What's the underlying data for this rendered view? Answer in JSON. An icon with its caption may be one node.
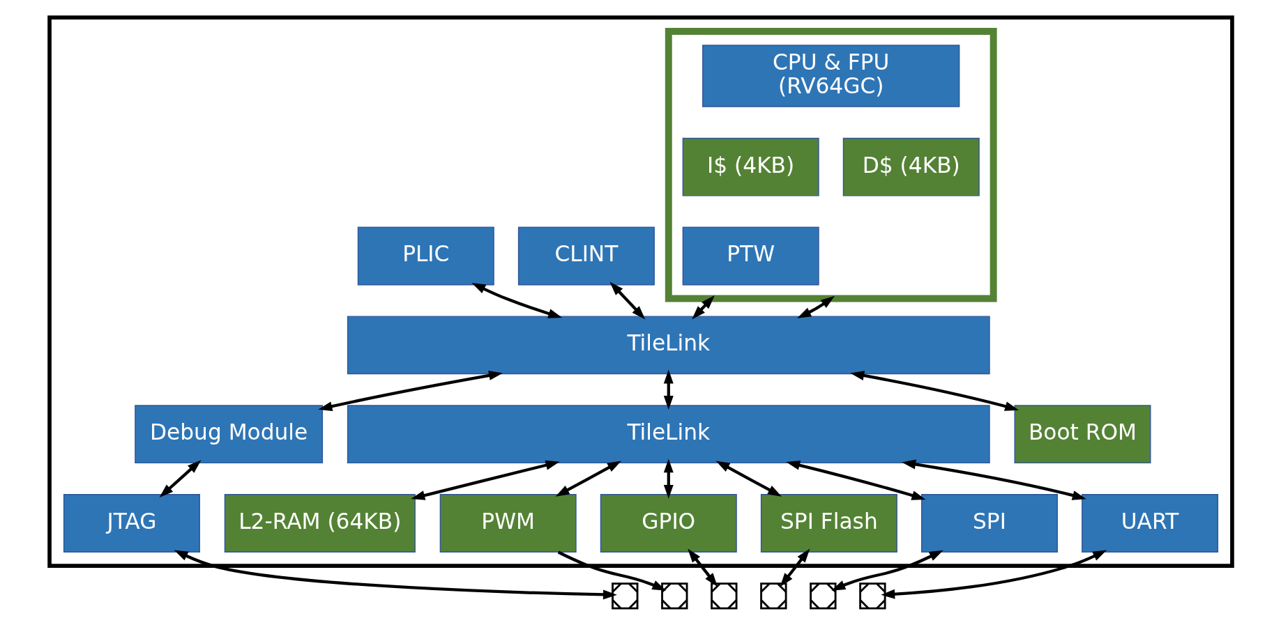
{
  "diagram": {
    "nodes": [
      {
        "text": [],
        "shape": "box"
      },
      {
        "text": [],
        "shape": "box",
        "in": 0
      },
      {
        "text": [
          "CPU & FPU",
          "(RV64GC)"
        ],
        "in": 1
      },
      {
        "text": [
          "I$ (4KB)"
        ],
        "in": 1
      },
      {
        "text": [
          "D$ (4KB)"
        ],
        "in": 1
      },
      {
        "text": [
          "PTW"
        ],
        "in": 1
      },
      {
        "text": [
          "CLINT"
        ],
        "in": 0
      },
      {
        "text": [
          "PLIC"
        ],
        "in": 0
      },
      {
        "text": [
          "TileLink"
        ],
        "in": 0
      },
      {
        "text": [
          "Debug Module"
        ],
        "in": 0
      },
      {
        "text": [
          "Boot ROM"
        ],
        "in": 0
      },
      {
        "text": [
          "TileLink"
        ],
        "in": 0
      },
      {
        "text": [
          "L2-RAM (64KB)"
        ],
        "in": 0
      },
      {
        "text": [
          "PWM"
        ],
        "in": 0
      },
      {
        "text": [
          "GPIO"
        ],
        "in": 0
      },
      {
        "text": [
          "SPI Flash"
        ],
        "in": 0
      },
      {
        "text": [
          "SPI"
        ],
        "in": 0
      },
      {
        "text": [
          "UART"
        ],
        "in": 0
      },
      {
        "text": [
          "JTAG"
        ],
        "in": 0
      },
      {
        "text": [],
        "shape": "box"
      },
      {
        "text": [],
        "shape": "box"
      },
      {
        "text": [],
        "shape": "box"
      },
      {
        "text": [],
        "shape": "box"
      },
      {
        "text": [],
        "shape": "box"
      },
      {
        "text": [],
        "shape": "box"
      }
    ],
    "edges": [
      {
        "from": 1,
        "to": 8,
        "arrow": "both"
      },
      {
        "from": 1,
        "to": 8,
        "arrow": "both"
      },
      {
        "from": 6,
        "to": 8,
        "arrow": "both"
      },
      {
        "from": 7,
        "to": 8,
        "arrow": "both"
      },
      {
        "from": 8,
        "to": 9,
        "arrow": "both"
      },
      {
        "from": 8,
        "to": 10,
        "arrow": "both"
      },
      {
        "from": 8,
        "to": 11,
        "arrow": "both"
      },
      {
        "from": 11,
        "to": 12,
        "arrow": "both"
      },
      {
        "from": 11,
        "to": 13,
        "arrow": "both"
      },
      {
        "from": 11,
        "to": 14,
        "arrow": "both"
      },
      {
        "from": 11,
        "to": 15,
        "arrow": "both"
      },
      {
        "from": 11,
        "to": 16,
        "arrow": "both"
      },
      {
        "from": 11,
        "to": 17,
        "arrow": "both"
      },
      {
        "from": 9,
        "to": 18,
        "arrow": "both"
      },
      {
        "from": 18,
        "to": 19,
        "arrow": "both"
      },
      {
        "from": 13,
        "to": 20,
        "arrow": "to"
      },
      {
        "from": 14,
        "to": 21,
        "arrow": "both"
      },
      {
        "from": 15,
        "to": 22,
        "arrow": "both"
      },
      {
        "from": 16,
        "to": 23,
        "arrow": "both"
      },
      {
        "from": 17,
        "to": 24,
        "arrow": "both"
      }
    ]
  }
}
